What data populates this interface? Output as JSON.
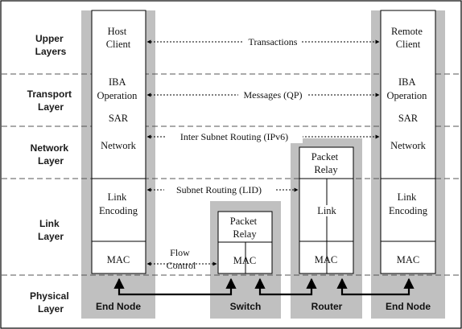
{
  "layers": {
    "upper": [
      "Upper",
      "Layers"
    ],
    "transport": [
      "Transport",
      "Layer"
    ],
    "network": [
      "Network",
      "Layer"
    ],
    "link": [
      "Link",
      "Layer"
    ],
    "physical": [
      "Physical",
      "Layer"
    ]
  },
  "end_node_left": {
    "name": "End Node",
    "upper": [
      "Host",
      "Client"
    ],
    "transport": [
      "IBA",
      "Operation",
      "SAR"
    ],
    "network": "Network",
    "link": [
      "Link",
      "Encoding"
    ],
    "mac": "MAC"
  },
  "end_node_right": {
    "name": "End Node",
    "upper": [
      "Remote",
      "Client"
    ],
    "transport": [
      "IBA",
      "Operation",
      "SAR"
    ],
    "network": "Network",
    "link": [
      "Link",
      "Encoding"
    ],
    "mac": "MAC"
  },
  "switch": {
    "name": "Switch",
    "relay": [
      "Packet",
      "Relay"
    ],
    "mac": "MAC"
  },
  "router": {
    "name": "Router",
    "relay": [
      "Packet",
      "Relay"
    ],
    "link": "Link",
    "mac": "MAC"
  },
  "connections": {
    "transactions": "Transactions",
    "messages": "Messages (QP)",
    "inter_subnet": "Inter Subnet Routing (IPv6)",
    "subnet": "Subnet Routing (LID)",
    "flow_control": [
      "Flow",
      "Control"
    ]
  },
  "colors": {
    "node_fill": "#c0c0c0",
    "box_fill": "#ffffff",
    "line": "#000000",
    "dashed": "#555555"
  }
}
